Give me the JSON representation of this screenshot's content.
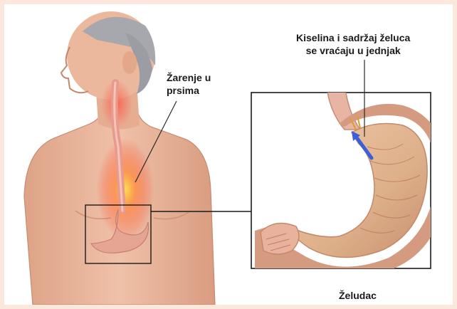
{
  "labels": {
    "heartburn_line1": "Žarenje u",
    "heartburn_line2": "prsima",
    "acid_line1": "Kiselina i sadržaj želuca",
    "acid_line2": "se vraćaju u jednjak",
    "stomach": "Želudac"
  },
  "colors": {
    "skin": "#e9b59b",
    "skin_shade": "#d89a7f",
    "hair": "#9a9aa2",
    "esophagus": "#e7a296",
    "stomach": "#e0a48a",
    "stomach_lining": "#cf8f6e",
    "burn_red": "#ff3b2f",
    "burn_yellow": "#ffe34a",
    "acid_blue": "#3a5fd8",
    "leader_line": "#2b2b2b",
    "frame": "#1a1a1a"
  }
}
